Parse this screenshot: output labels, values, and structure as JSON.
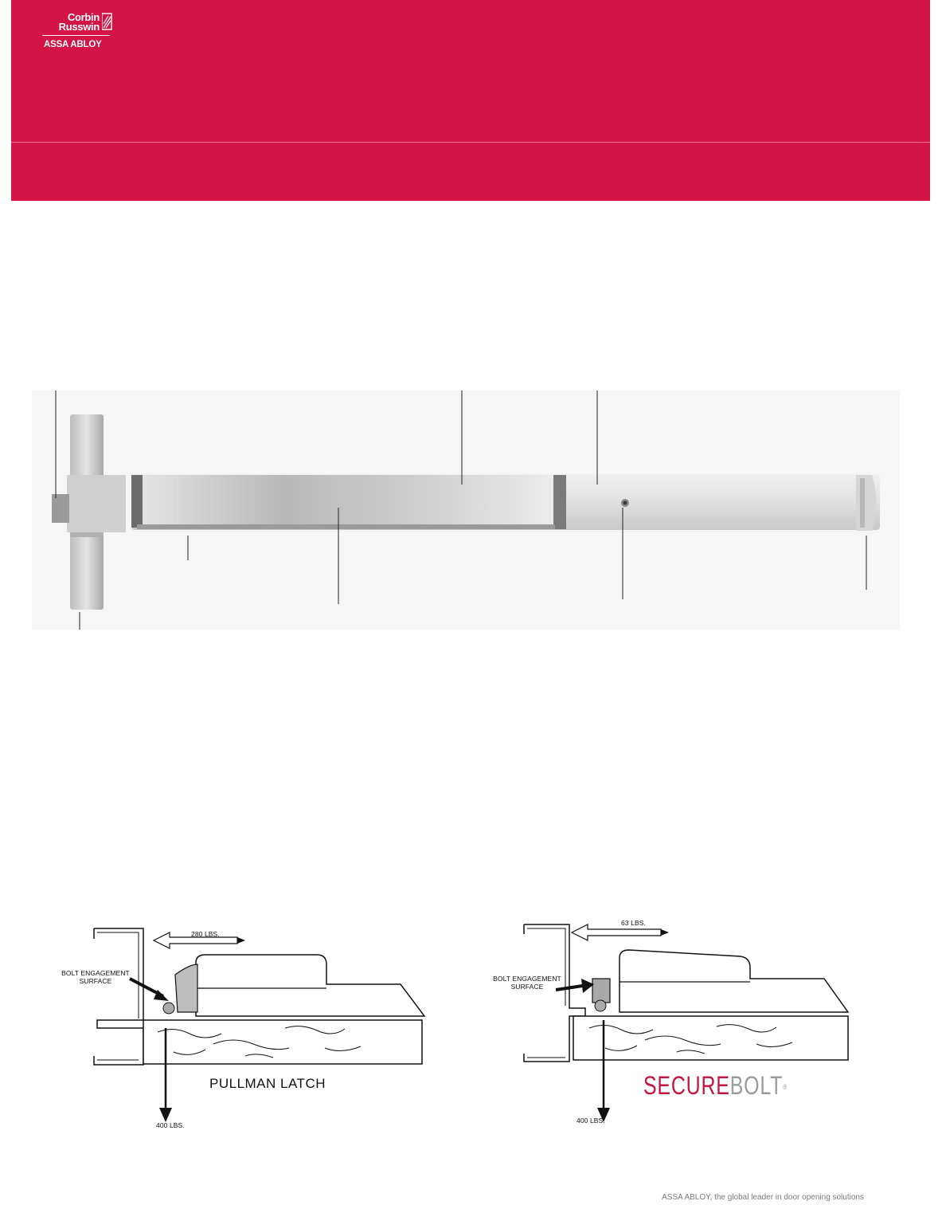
{
  "brand": {
    "name_line1": "Corbin",
    "name_line2": "Russwin",
    "parent": "ASSA ABLOY"
  },
  "diagrams": {
    "left": {
      "force_top": "280 LBS.",
      "force_bottom": "400 LBS.",
      "callout": "BOLT ENGAGEMENT SURFACE",
      "title": "PULLMAN LATCH"
    },
    "right": {
      "force_top": "63 LBS.",
      "force_bottom": "400 LBS.",
      "callout": "BOLT ENGAGEMENT SURFACE",
      "title_part1": "SECURE",
      "title_part2": "BOLT",
      "title_mark": "®"
    }
  },
  "footer": {
    "tagline": "ASSA ABLOY, the global leader in door opening solutions"
  },
  "colors": {
    "brand_red": "#d31444",
    "securebolt_red": "#c4163f",
    "securebolt_gray": "#9b9b9b"
  }
}
